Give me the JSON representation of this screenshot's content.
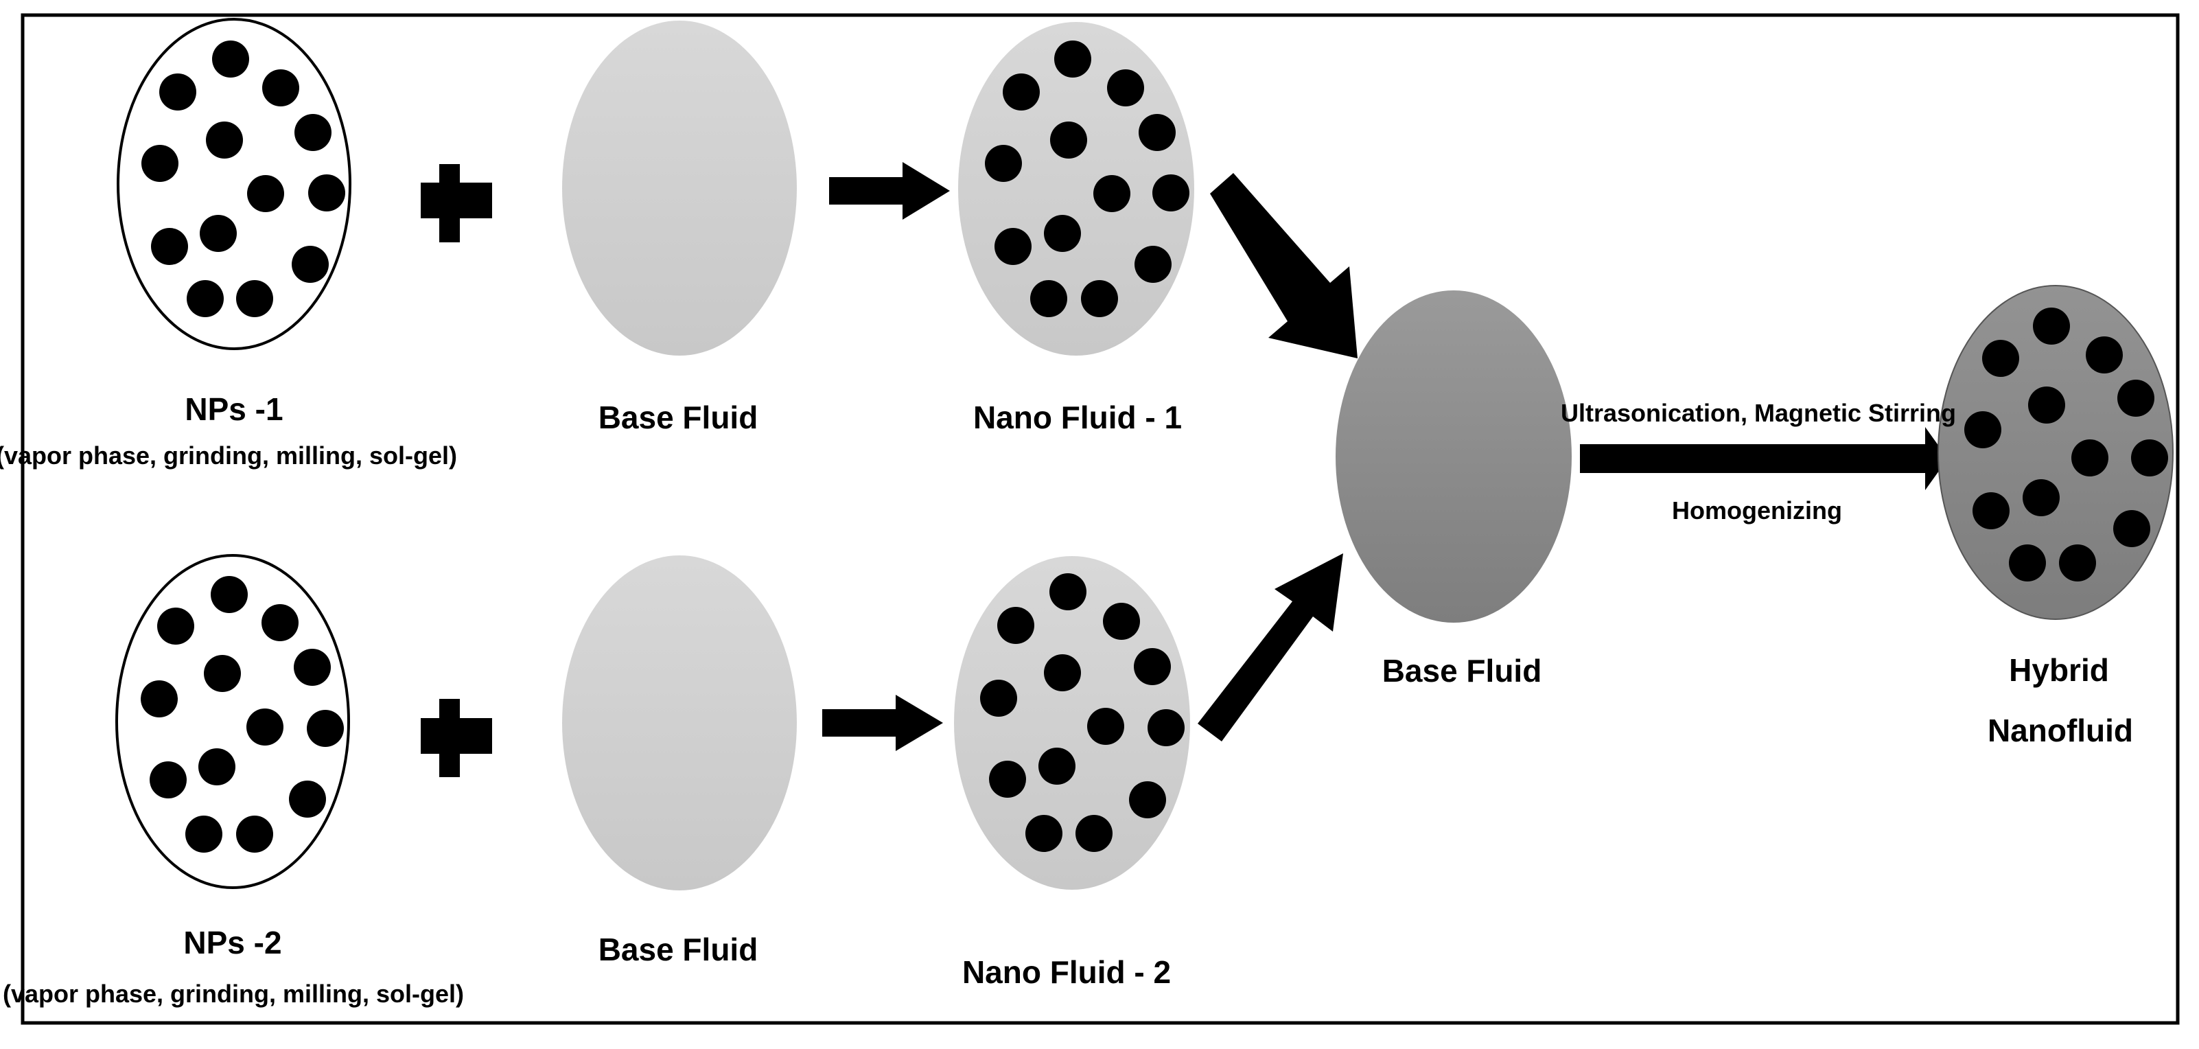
{
  "labels": {
    "nps1_title": "NPs -1",
    "nps1_methods": "(vapor phase, grinding, milling, sol-gel)",
    "nps2_title": "NPs -2",
    "nps2_methods": "(vapor phase, grinding, milling, sol-gel)",
    "base_fluid_top": "Base Fluid",
    "base_fluid_bottom": "Base Fluid",
    "nano_fluid_1": "Nano Fluid - 1",
    "nano_fluid_2": "Nano Fluid - 2",
    "base_fluid_center": "Base Fluid",
    "process_top": "Ultrasonication, Magnetic Stirring",
    "process_bottom": "Homogenizing",
    "hybrid_line1": "Hybrid",
    "hybrid_line2": "Nanofluid"
  },
  "colors": {
    "nanoparticle": "#000000",
    "nps_fill": "#ffffff",
    "base_fluid_light": "#d2d2d2",
    "nano_fluid_fill": "#d0d0d0",
    "center_fluid": "#8e8e8e",
    "hybrid_fluid": "#8a8a8a",
    "arrow": "#000000"
  },
  "icons": {
    "plus": "plus-icon",
    "arrow": "arrow-icon"
  }
}
